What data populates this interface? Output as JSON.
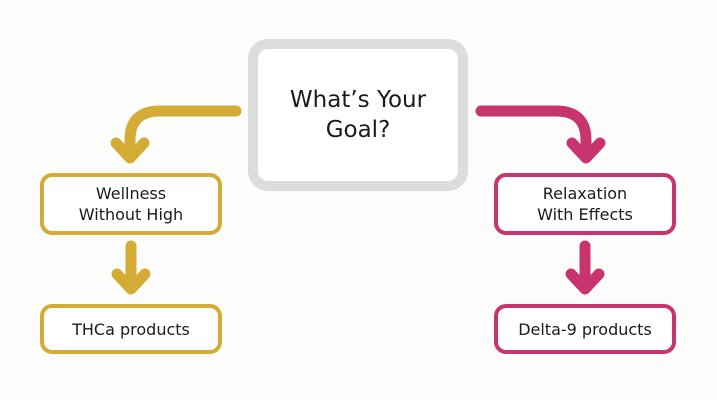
{
  "colors": {
    "background": "#fcfcfb",
    "center_border": "#dcdcdc",
    "left_branch": "#d4ac35",
    "right_branch": "#c8356e"
  },
  "center": {
    "label": "What’s Your\nGoal?"
  },
  "left_branch": {
    "goal": "Wellness\nWithout High",
    "product": "THCa products"
  },
  "right_branch": {
    "goal": "Relaxation\nWith Effects",
    "product": "Delta-9 products"
  },
  "icons": [
    "curved-arrow-left-down",
    "curved-arrow-right-down",
    "arrow-down",
    "arrow-down"
  ]
}
